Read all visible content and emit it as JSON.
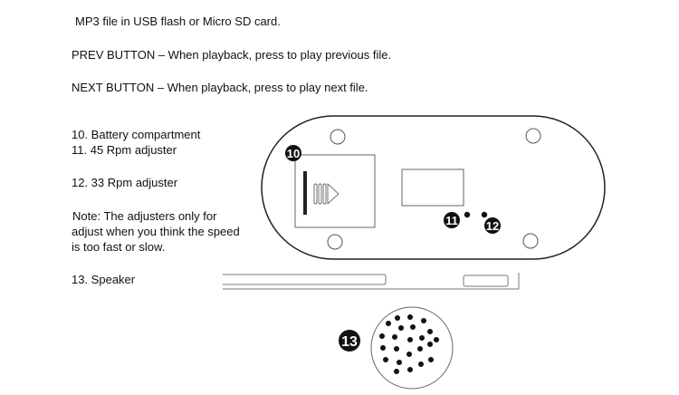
{
  "instructions": {
    "line1": "MP3 file in USB flash or Micro SD card.",
    "prev": "PREV BUTTON – When playback, press to play previous file.",
    "next": "NEXT BUTTON – When playback, press to play next file."
  },
  "legend": {
    "item10": "10. Battery compartment",
    "item11": "11. 45 Rpm adjuster",
    "item12": "12. 33 Rpm adjuster",
    "note_line1": " Note: The adjusters only for",
    "note_line2": "adjust when you think the speed",
    "note_line3": "is too fast or slow.",
    "item13": "13. Speaker"
  },
  "callouts": {
    "c10": "10",
    "c11": "11",
    "c12": "12",
    "c13": "13"
  }
}
